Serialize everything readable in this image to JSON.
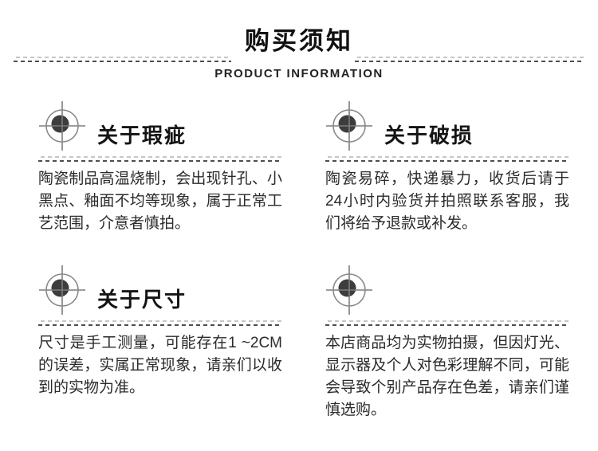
{
  "header": {
    "title": "购买须知",
    "subtitle": "PRODUCT INFORMATION"
  },
  "sections": [
    {
      "title": "关于瑕疵",
      "text": "陶瓷制品高温烧制，会出现针孔、小黑点、釉面不均等现象，属于正常工艺范围，介意者慎拍。"
    },
    {
      "title": "关于破损",
      "text": "陶瓷易碎，快递暴力，收货后请于24小时内验货并拍照联系客服，我们将给予退款或补发。"
    },
    {
      "title": "关于尺寸",
      "text": "尺寸是手工测量，可能存在1 ~2CM的误差，实属正常现象，请亲们以收到的实物为准。"
    },
    {
      "title": "",
      "text": "本店商品均为实物拍摄，但因灯光、显示器及个人对色彩理解不同，可能会导致个别产品存在色差，请亲们谨慎选购。"
    }
  ],
  "icons": {
    "section_icon": "target-crosshair-icon"
  },
  "colors": {
    "text": "#2b2b2b",
    "title": "#111111",
    "dash_dark": "#4e4e4e",
    "dash_light": "#c6c6c6",
    "icon_fill": "#3d3d3d",
    "icon_stroke": "#8a8a8a"
  }
}
